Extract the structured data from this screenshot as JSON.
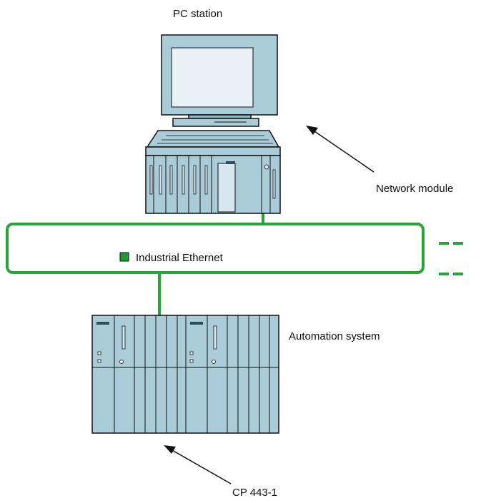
{
  "diagram": {
    "pc_station_label": "PC station",
    "network_module_label": "Network module",
    "ethernet_label": "Industrial Ethernet",
    "automation_system_label": "Automation system",
    "cp_label": "CP 443-1"
  },
  "colors": {
    "network_green": "#2aa33a",
    "legend_square": "#1f9a35",
    "device_fill": "#a9ccd8",
    "device_stroke": "#111111"
  }
}
